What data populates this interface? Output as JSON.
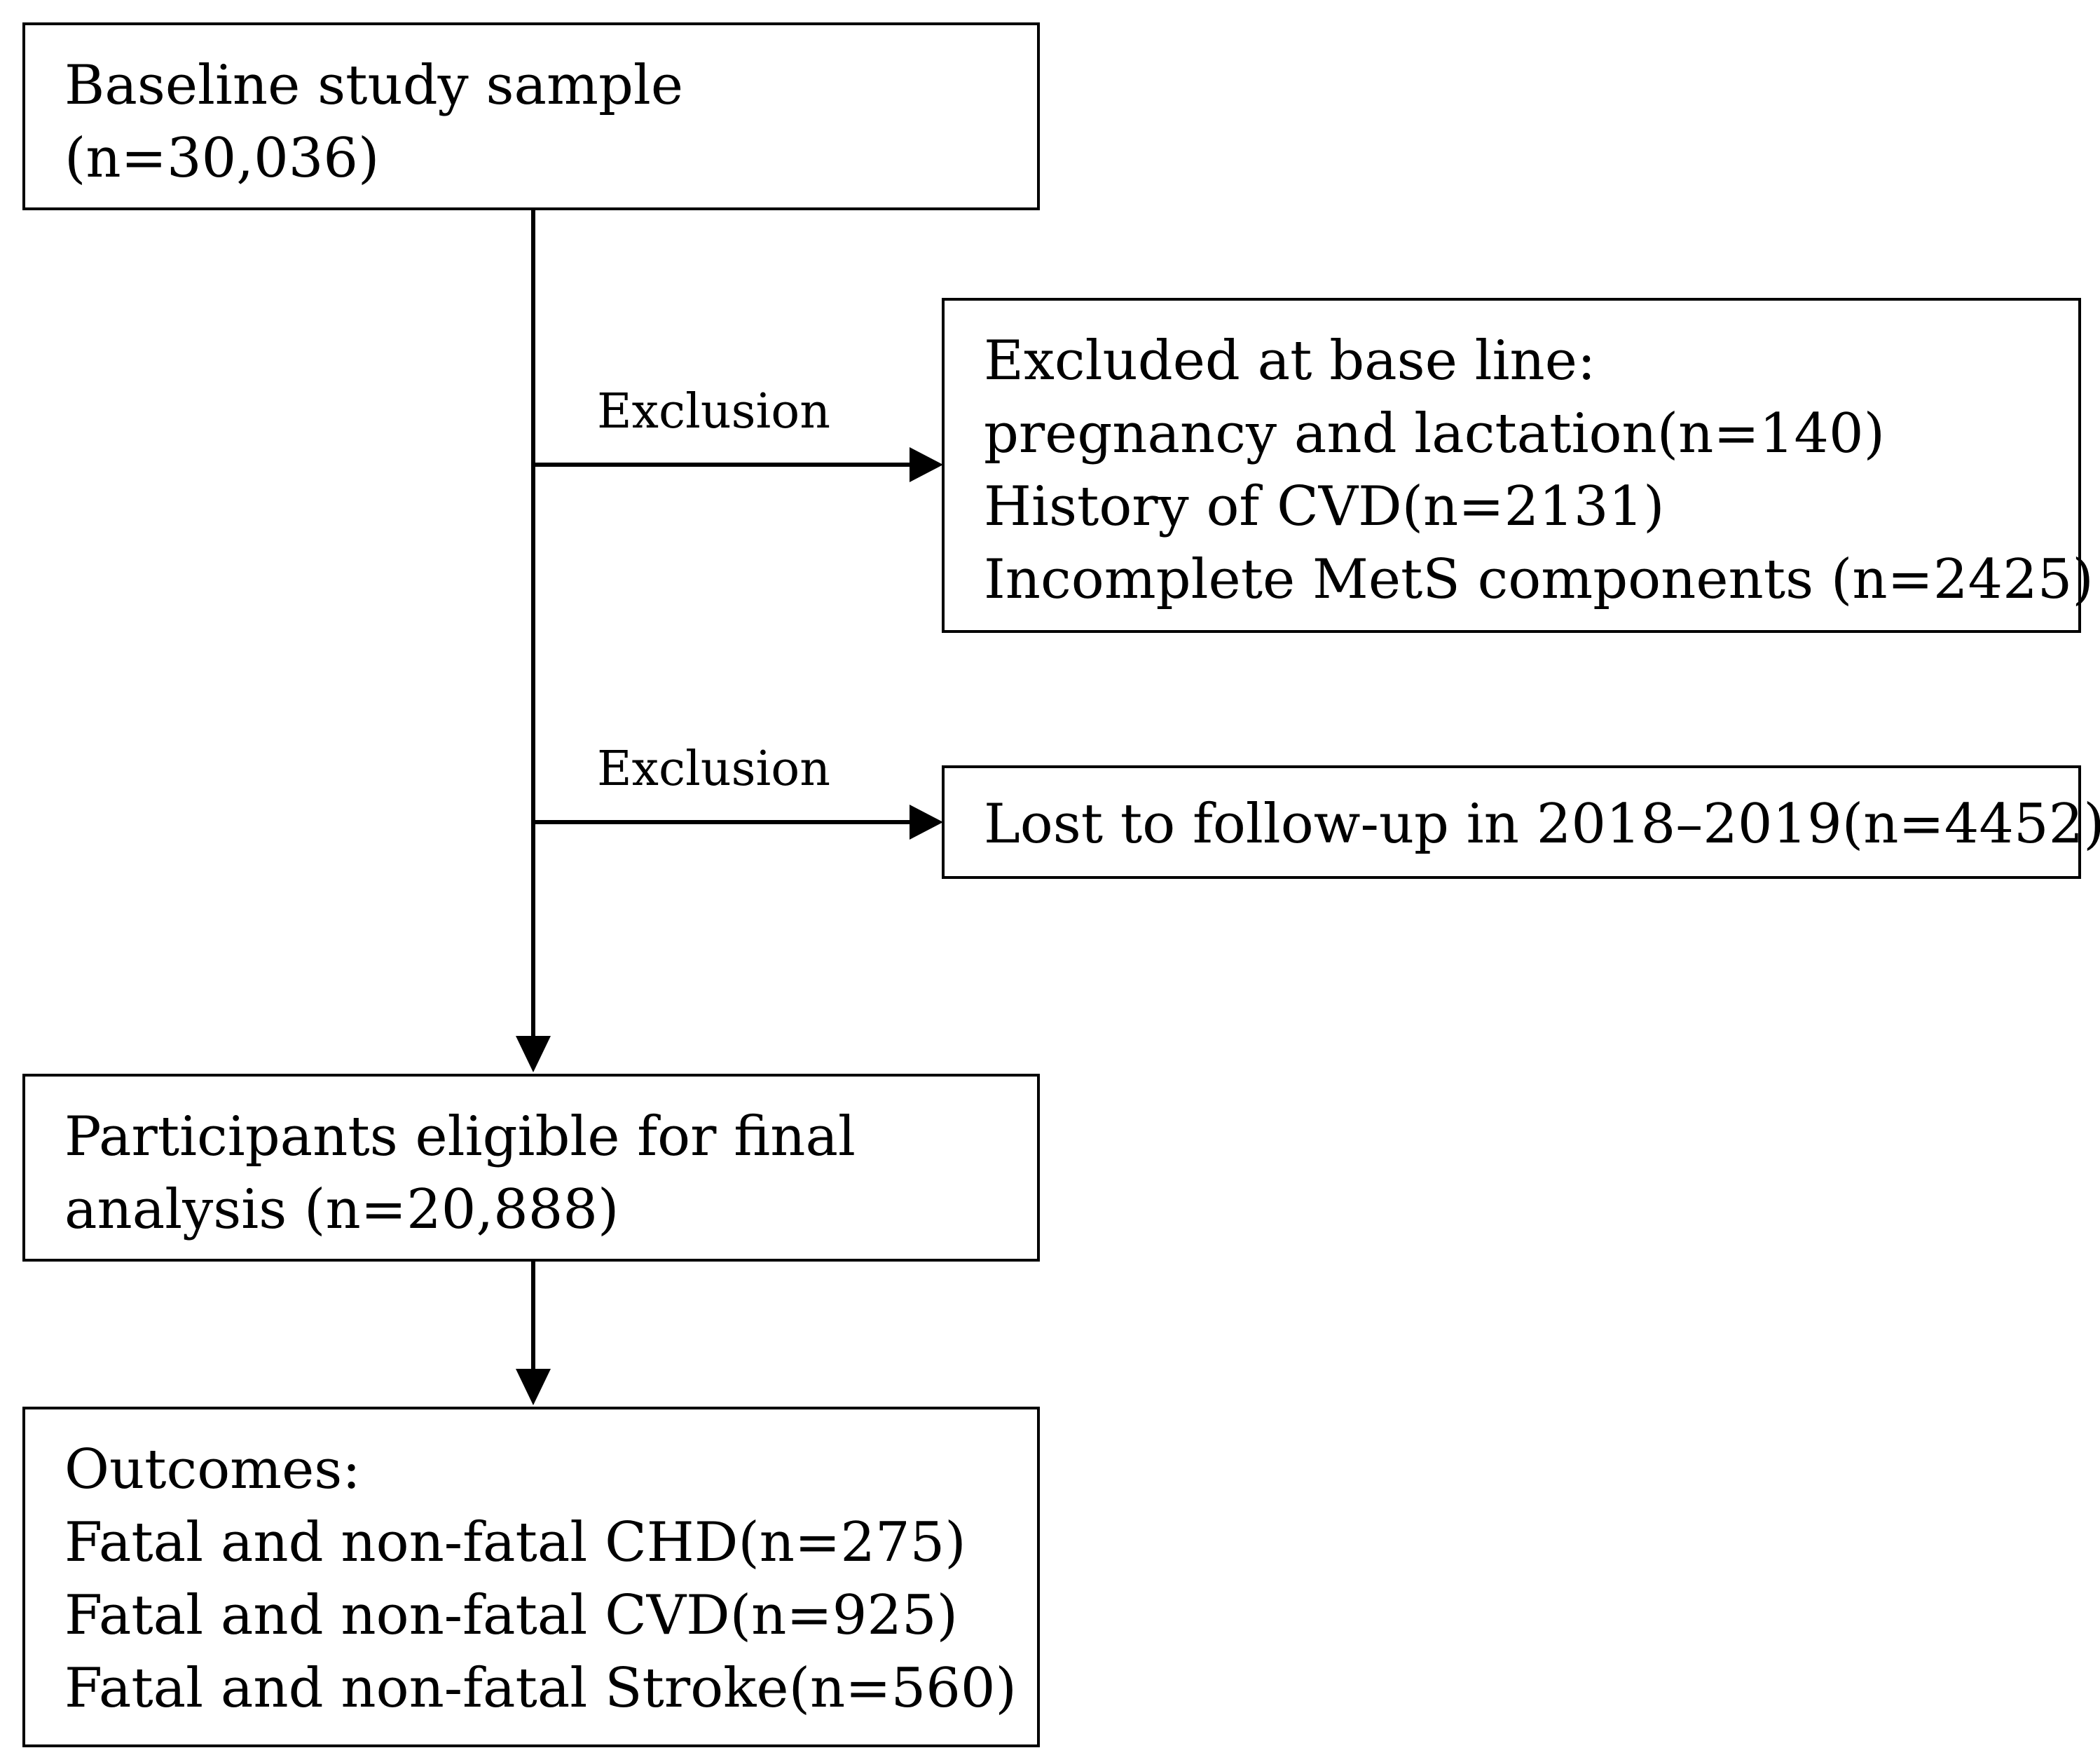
{
  "boxes": {
    "baseline": {
      "lines": [
        "Baseline study sample",
        "(n=30,036)"
      ]
    },
    "excluded_baseline": {
      "lines": [
        "Excluded at base line:",
        "pregnancy and lactation(n=140)",
        "History of CVD(n=2131)",
        "Incomplete MetS components (n=2425)"
      ]
    },
    "lost_followup": {
      "lines": [
        "Lost to follow-up in 2018–2019(n=4452)"
      ]
    },
    "eligible": {
      "lines": [
        "Participants eligible for final",
        "analysis (n=20,888)"
      ]
    },
    "outcomes": {
      "lines": [
        "Outcomes:",
        "Fatal and non-fatal CHD(n=275)",
        "Fatal and non-fatal CVD(n=925)",
        "Fatal and non-fatal  Stroke(n=560)"
      ]
    }
  },
  "edge_labels": {
    "exclusion_1": "Exclusion",
    "exclusion_2": "Exclusion"
  }
}
